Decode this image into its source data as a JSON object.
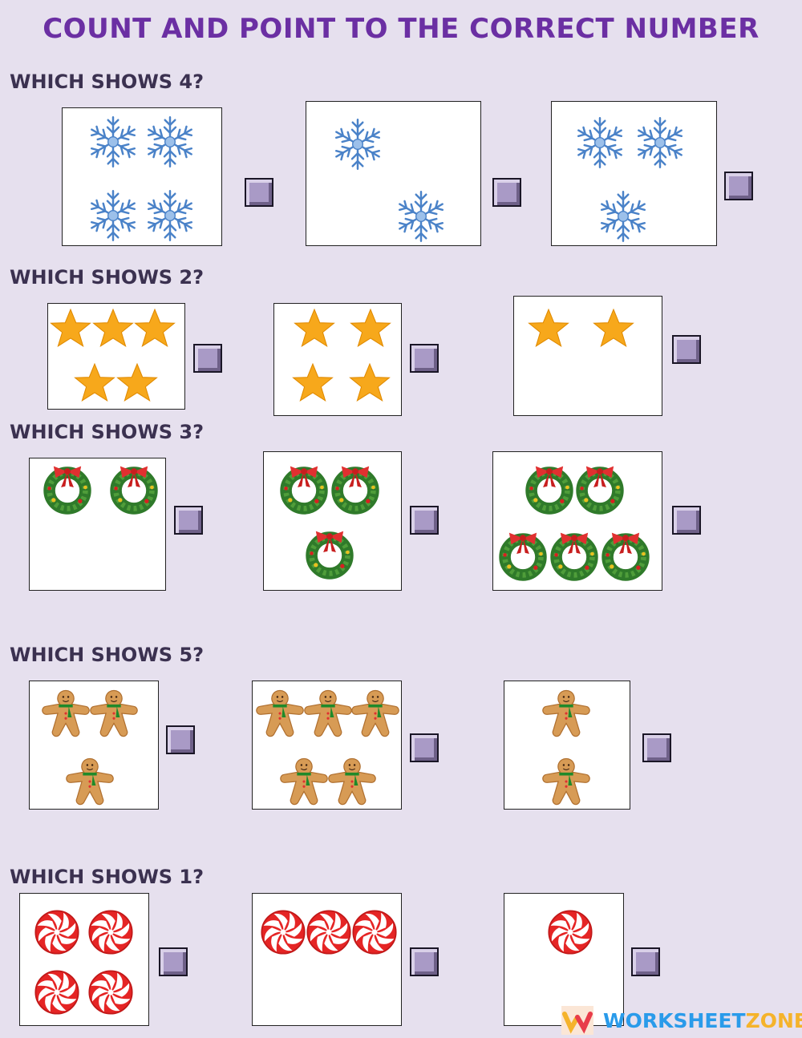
{
  "title": "COUNT AND POINT TO THE CORRECT NUMBER",
  "questions": [
    {
      "label": "WHICH SHOWS 4?",
      "item": "snowflake-icon",
      "options": [
        {
          "count": 4
        },
        {
          "count": 2
        },
        {
          "count": 3
        }
      ]
    },
    {
      "label": "WHICH SHOWS 2?",
      "item": "star-icon",
      "options": [
        {
          "count": 5
        },
        {
          "count": 4
        },
        {
          "count": 2
        }
      ]
    },
    {
      "label": "WHICH SHOWS 3?",
      "item": "wreath-icon",
      "options": [
        {
          "count": 2
        },
        {
          "count": 3
        },
        {
          "count": 5
        }
      ]
    },
    {
      "label": "WHICH SHOWS 5?",
      "item": "gingerbread-icon",
      "options": [
        {
          "count": 3
        },
        {
          "count": 5
        },
        {
          "count": 2
        }
      ]
    },
    {
      "label": "WHICH SHOWS 1?",
      "item": "peppermint-icon",
      "options": [
        {
          "count": 4
        },
        {
          "count": 3
        },
        {
          "count": 1
        }
      ]
    }
  ],
  "logo": {
    "part1": "WORKSHEET",
    "part2": "ZONE"
  },
  "colors": {
    "background": "#e6e0ee",
    "title": "#6b2fa3",
    "checkbox": "#a99ac6"
  }
}
